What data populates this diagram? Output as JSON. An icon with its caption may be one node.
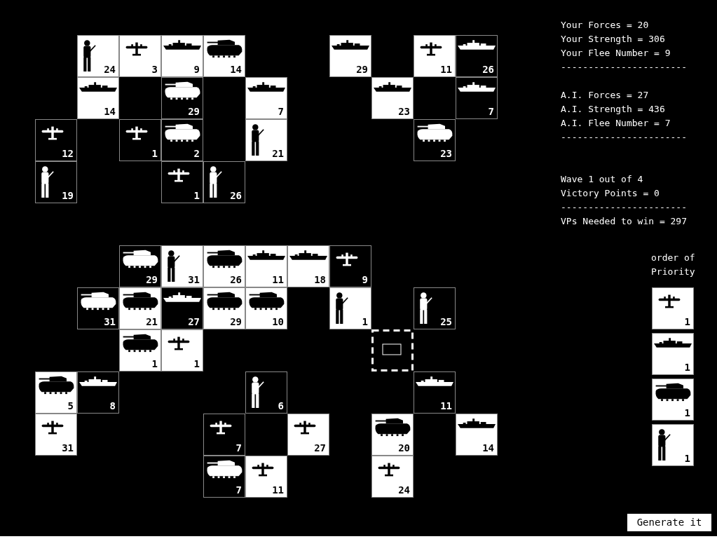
{
  "diagram": {
    "nodes": [
      {
        "text": [
          "24"
        ]
      },
      {
        "text": [
          "3"
        ]
      },
      {
        "text": [
          "9"
        ]
      },
      {
        "text": [
          "14"
        ]
      },
      {
        "text": [
          "29"
        ]
      },
      {
        "text": [
          "11"
        ]
      },
      {
        "text": [
          "26"
        ]
      },
      {
        "text": [
          "14"
        ]
      },
      {
        "text": [
          "29"
        ]
      },
      {
        "text": [
          "7"
        ]
      },
      {
        "text": [
          "23"
        ]
      },
      {
        "text": [
          "7"
        ]
      },
      {
        "text": [
          "12"
        ]
      },
      {
        "text": [
          "1"
        ]
      },
      {
        "text": [
          "2"
        ]
      },
      {
        "text": [
          "21"
        ]
      },
      {
        "text": [
          "23"
        ]
      },
      {
        "text": [
          "19"
        ]
      },
      {
        "text": [
          "1"
        ]
      },
      {
        "text": [
          "26"
        ]
      },
      {
        "text": [
          "29"
        ]
      },
      {
        "text": [
          "31"
        ]
      },
      {
        "text": [
          "26"
        ]
      },
      {
        "text": [
          "11"
        ]
      },
      {
        "text": [
          "18"
        ]
      },
      {
        "text": [
          "9"
        ]
      },
      {
        "text": [
          "31"
        ]
      },
      {
        "text": [
          "21"
        ]
      },
      {
        "text": [
          "27"
        ]
      },
      {
        "text": [
          "29"
        ]
      },
      {
        "text": [
          "10"
        ]
      },
      {
        "text": [
          "1"
        ]
      },
      {
        "text": [
          "25"
        ]
      },
      {
        "text": [
          "1"
        ]
      },
      {
        "text": [
          "1"
        ]
      },
      {
        "text": [],
        "shape": "box"
      },
      {
        "text": [
          "5"
        ]
      },
      {
        "text": [
          "8"
        ]
      },
      {
        "text": [
          "6"
        ]
      },
      {
        "text": [
          "11"
        ]
      },
      {
        "text": [
          "31"
        ]
      },
      {
        "text": [
          "7"
        ]
      },
      {
        "text": [
          "27"
        ]
      },
      {
        "text": [
          "20"
        ]
      },
      {
        "text": [
          "14"
        ]
      },
      {
        "text": [
          "7"
        ]
      },
      {
        "text": [
          "11"
        ]
      },
      {
        "text": [
          "24"
        ]
      },
      {
        "text": [
          "1"
        ]
      },
      {
        "text": [
          "1"
        ]
      },
      {
        "text": [
          "1"
        ]
      },
      {
        "text": [
          "1"
        ]
      }
    ],
    "labels": [
      "Your Forces = 20",
      "Your Strength = 306",
      "Your Flee Number = 9",
      "-----------------------",
      "A.I. Forces = 27",
      "A.I. Strength = 436",
      "A.I. Flee Number = 7",
      "-----------------------",
      "Wave 1 out of 4",
      "Victory Points = 0",
      "-----------------------",
      "VPs Needed to win = 297",
      "order of Priority",
      "Generate it"
    ]
  }
}
